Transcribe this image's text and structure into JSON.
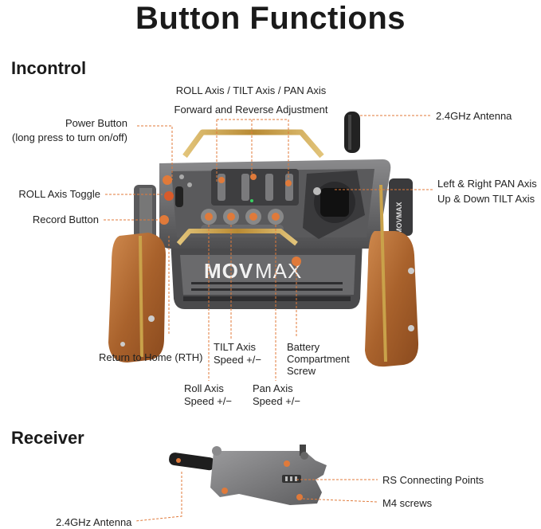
{
  "title": "Button Functions",
  "sections": {
    "incontrol": "Incontrol",
    "receiver": "Receiver"
  },
  "brand": {
    "logo_text_bold": "MOV",
    "logo_text_light": "MAX",
    "side_logo": "MOVMAX"
  },
  "labels": {
    "axis_adjust_line1": "ROLL Axis / TILT Axis / PAN Axis",
    "axis_adjust_line2": "Forward and Reverse Adjustment",
    "antenna": "2.4GHz Antenna",
    "power_line1": "Power Button",
    "power_line2": "(long press to turn on/off)",
    "pan_tilt_line1": "Left & Right PAN Axis",
    "pan_tilt_line2": "Up & Down TILT Axis",
    "roll_toggle": "ROLL Axis Toggle",
    "record": "Record Button",
    "rth": "Return to Home (RTH)",
    "tilt_speed_line1": "TILT Axis",
    "tilt_speed_line2": "Speed +/−",
    "battery_line1": "Battery",
    "battery_line2": "Compartment",
    "battery_line3": "Screw",
    "roll_speed_line1": "Roll Axis",
    "roll_speed_line2": "Speed +/−",
    "pan_speed_line1": "Pan Axis",
    "pan_speed_line2": "Speed +/−",
    "rs_points": "RS Connecting Points",
    "m4_screws": "M4 screws",
    "receiver_antenna": "2.4GHz Antenna"
  },
  "colors": {
    "accent_orange": "#e07a3a",
    "wood": "#b8703a",
    "brass": "#c9a24a",
    "body_metal": "#6e6e70",
    "dark_metal": "#3a3a3c"
  }
}
